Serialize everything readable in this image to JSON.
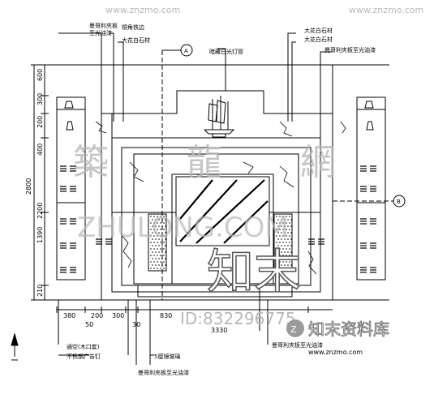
{
  "watermarks": {
    "top_url": "www.znzmo.com",
    "chars": [
      "築",
      "龍",
      "網"
    ],
    "latin": "ZHULONG.COM",
    "zhi_mo": "知末",
    "id": "ID:832296775",
    "site_name": "知末资料库",
    "bottom_url": "www.znzmo.com"
  },
  "labels": {
    "left_top_1": "曼哥利夾板",
    "left_top_2": "至光油漆",
    "iron_trim": "铜角铁边",
    "marble_1": "大花白石材",
    "hidden_light": "暗藏日光灯管",
    "marble_2": "大花白石材",
    "marble_3": "大花白石材",
    "right_mid": "曼哥利夾板至光油漆",
    "hollow": "通空(木口套)",
    "stainless": "不锈钢广告钉",
    "glass": "5厘镜玻璃",
    "paint_1": "曼哥利夾板至光油漆",
    "paint_2": "曼哥利夾板至光油漆",
    "axis_a": "A",
    "axis_b": "B"
  },
  "dims_vertical": [
    "600",
    "300",
    "200",
    "400",
    "2800",
    "2200",
    "1390",
    "210"
  ],
  "dims_horizontal": [
    "380",
    "200",
    "300",
    "50",
    "30",
    "830",
    "3330"
  ],
  "colors": {
    "line": "#000000",
    "watermark": "#b8b8b8"
  }
}
